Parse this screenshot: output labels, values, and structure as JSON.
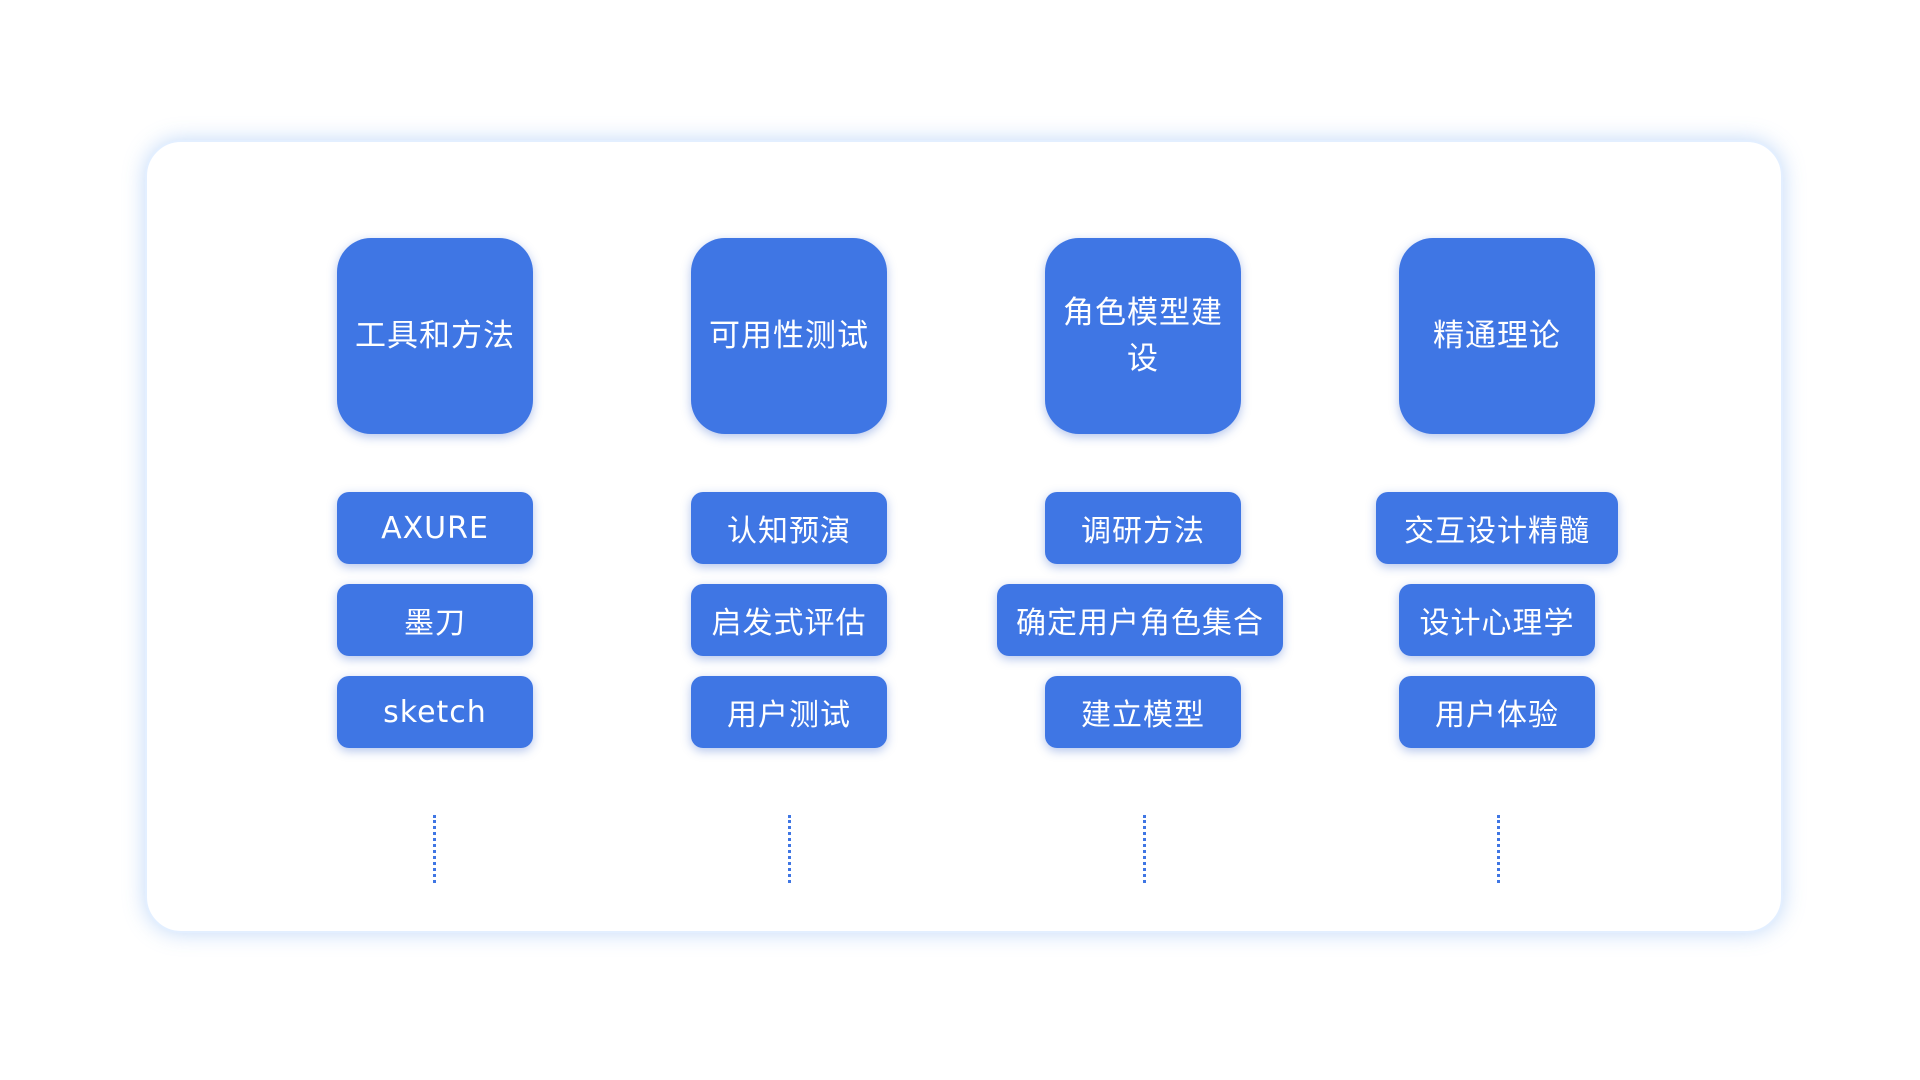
{
  "columns": [
    {
      "title": "工具和方法",
      "items": [
        "AXURE",
        "墨刀",
        "sketch"
      ]
    },
    {
      "title": "可用性测试",
      "items": [
        "认知预演",
        "启发式评估",
        "用户测试"
      ]
    },
    {
      "title": "角色模型建设",
      "items": [
        "调研方法",
        "确定用户角色集合",
        "建立模型"
      ]
    },
    {
      "title": "精通理论",
      "items": [
        "交互设计精髓",
        "设计心理学",
        "用户体验"
      ]
    }
  ],
  "colors": {
    "tile": "#3f76e4",
    "card_border": "#e3efff",
    "background": "#ffffff"
  }
}
